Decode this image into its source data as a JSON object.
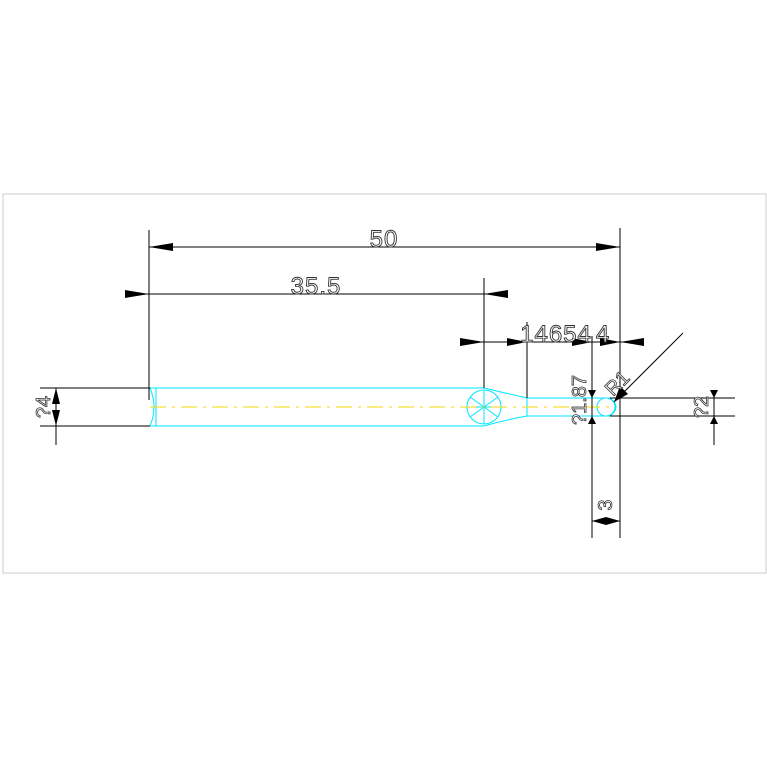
{
  "drawing": {
    "dims": {
      "overall_length": "50",
      "shank_length": "35.5",
      "neck_length": "14654",
      "tip_length": "4",
      "shank_diameter": "?4",
      "neck_diameter": "?1.87",
      "tip_radius": "R1",
      "tip_diameter": "?2",
      "tip_offset": "3"
    },
    "colors": {
      "dimension": "#000000",
      "outline": "#00e5ff",
      "centerline": "#f5d800",
      "border": "#cccccc"
    }
  }
}
